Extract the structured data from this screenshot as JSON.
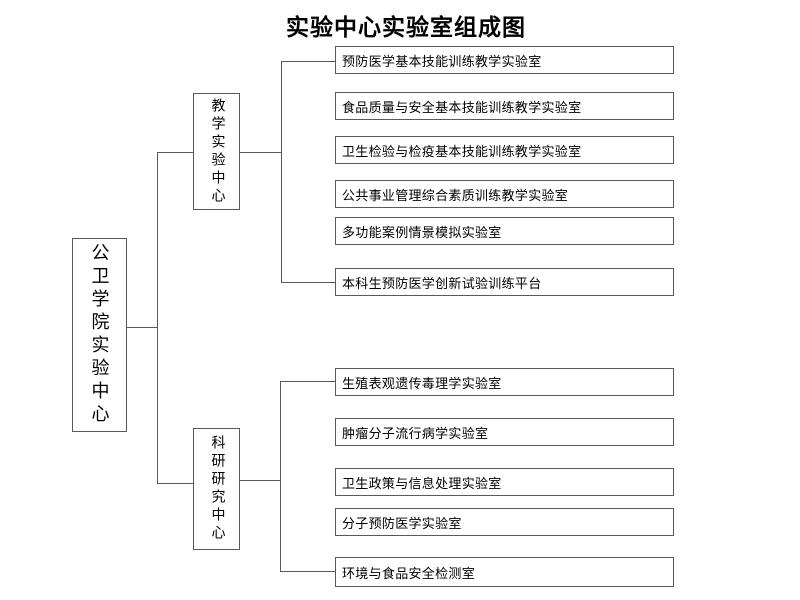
{
  "title": "实验中心实验室组成图",
  "root": {
    "label": "公卫学院实验中心"
  },
  "branches": [
    {
      "label": "教学实验中心",
      "children": [
        "预防医学基本技能训练教学实验室",
        "食品质量与安全基本技能训练教学实验室",
        "卫生检验与检疫基本技能训练教学实验室",
        "公共事业管理综合素质训练教学实验室",
        "多功能案例情景模拟实验室",
        "本科生预防医学创新试验训练平台"
      ]
    },
    {
      "label": "科研研究中心",
      "children": [
        "生殖表观遗传毒理学实验室",
        "肿瘤分子流行病学实验室",
        "卫生政策与信息处理实验室",
        "分子预防医学实验室",
        "环境与食品安全检测室"
      ]
    }
  ],
  "line_color": "#595959"
}
